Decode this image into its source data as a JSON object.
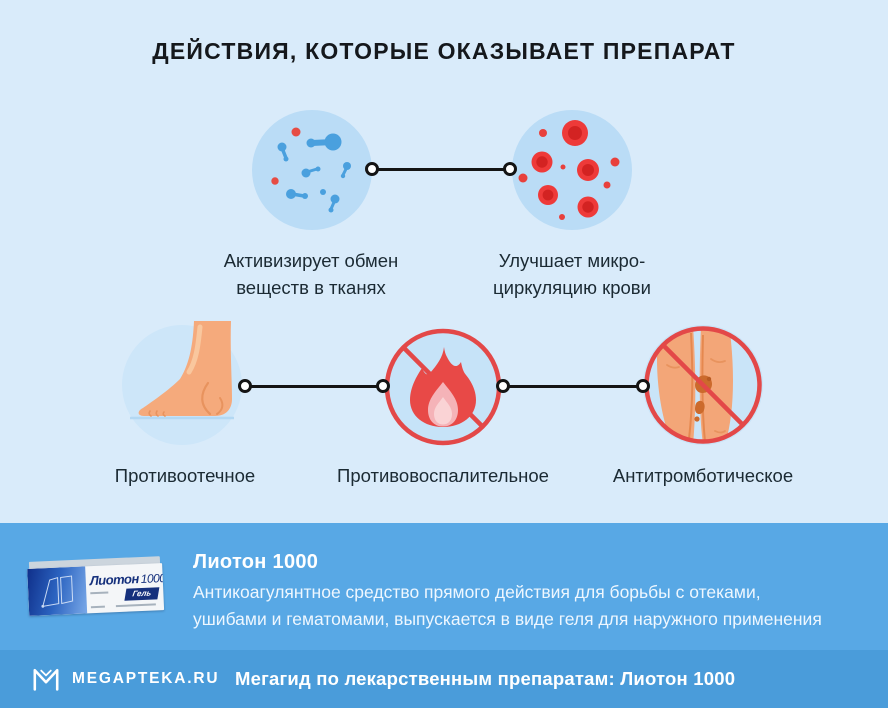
{
  "title": "ДЕЙСТВИЯ, КОТОРЫЕ ОКАЗЫВАЕТ ПРЕПАРАТ",
  "effects_row1": [
    {
      "line1": "Активизирует обмен",
      "line2": "веществ в тканях",
      "icon": "metabolism-molecules-icon"
    },
    {
      "line1": "Улучшает микро-",
      "line2": "циркуляцию крови",
      "icon": "blood-microcirculation-icon"
    }
  ],
  "effects_row2": [
    {
      "label": "Противоотечное",
      "icon": "swollen-foot-icon"
    },
    {
      "label": "Противовоспалительное",
      "icon": "no-inflammation-fire-icon"
    },
    {
      "label": "Антитромботическое",
      "icon": "no-thrombosis-legs-icon"
    }
  ],
  "product": {
    "name": "Лиотон 1000",
    "description_line1": "Антикоагулянтное средство прямого действия для борьбы с отеками,",
    "description_line2": "ушибами и гематомами, выпускается в виде геля для наружного применения",
    "box": {
      "brand": "Лиотон",
      "dose": "1000",
      "form": "Гель"
    }
  },
  "footer": {
    "brand": "MEGAPTEKA.RU",
    "tagline": "Мегагид по лекарственным препаратам: Лиотон 1000"
  },
  "colors": {
    "page_bg": "#d9ebfa",
    "panel_bg": "#58a8e5",
    "footer_bg": "#4a9cda",
    "icon_circle_bg": "#bfdff6",
    "accent_red": "#e64545",
    "molecule_blue": "#4aa0de",
    "skin": "#f3a678",
    "text_dark": "#1b2a33",
    "text_light": "#ffffff"
  }
}
